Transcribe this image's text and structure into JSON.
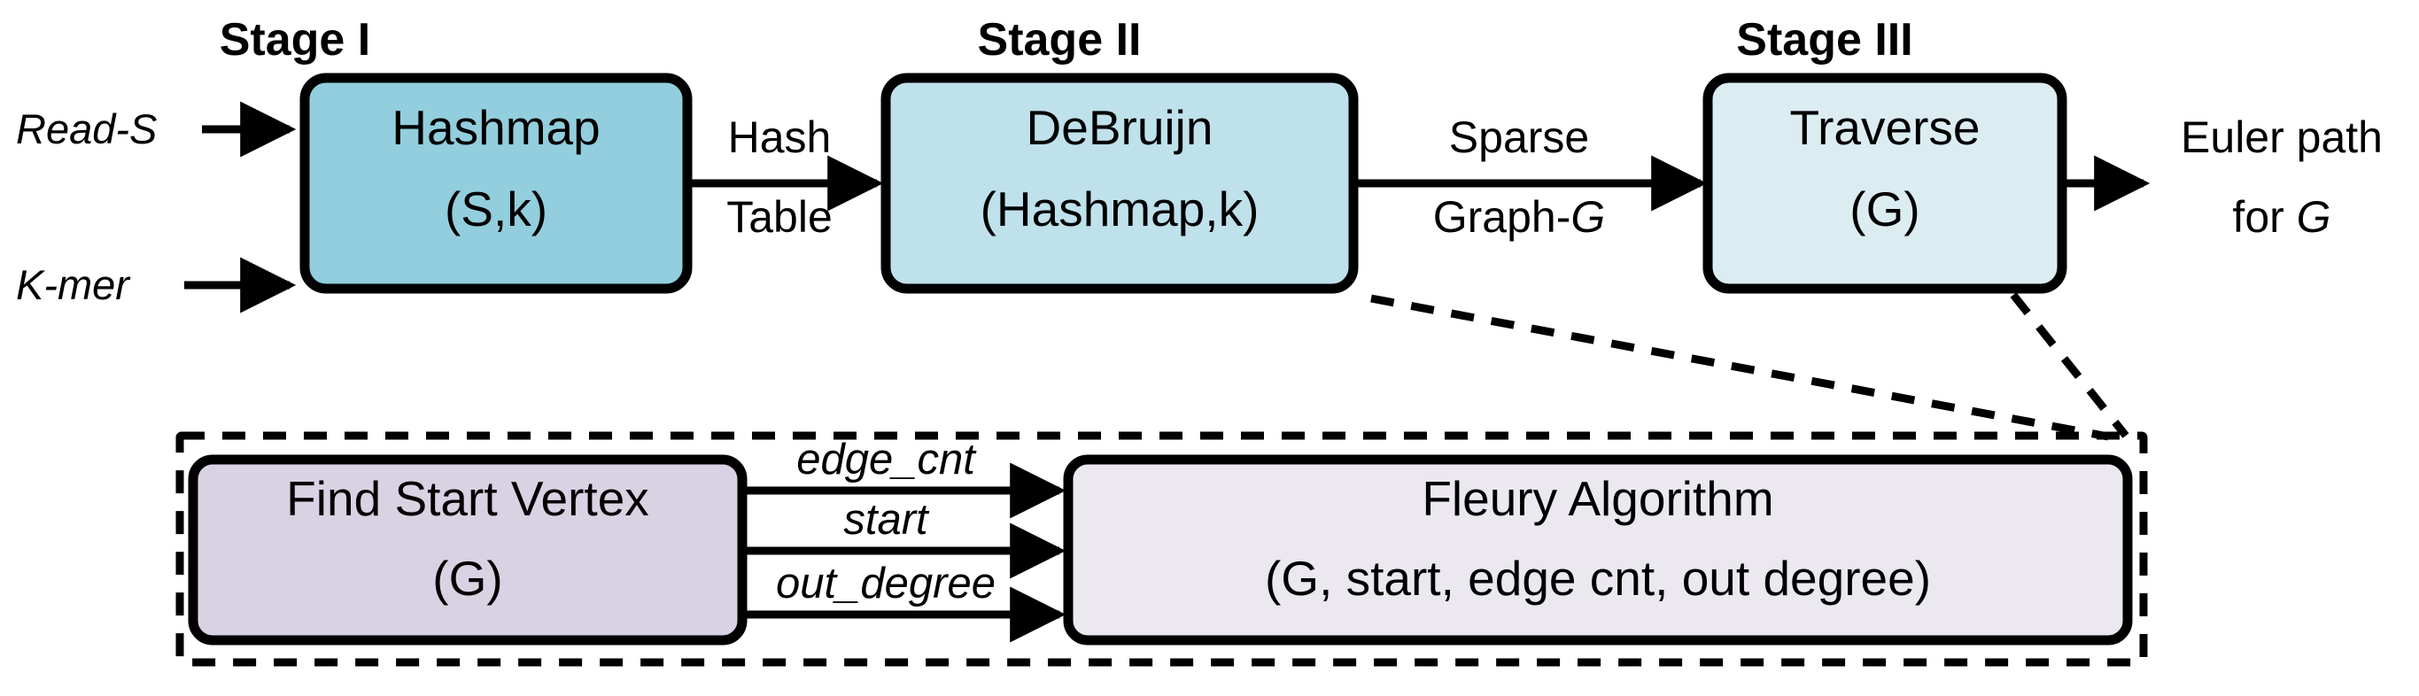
{
  "figure": {
    "title": "Three-stage genome assembly pipeline block diagram",
    "background_color": "#ffffff"
  },
  "colors": {
    "stage1_box_fill": "#92CEDD",
    "stage2_box_fill": "#BFE1EC",
    "stage3_box_fill": "#DCEDF2",
    "find_start_vertex_fill": "#D9D2E3",
    "fleury_fill": "#EBE8F0",
    "stroke": "#000000",
    "text": "#000000"
  },
  "stages": [
    {
      "id": "stage-1",
      "label": "Stage I"
    },
    {
      "id": "stage-2",
      "label": "Stage II"
    },
    {
      "id": "stage-3",
      "label": "Stage III"
    }
  ],
  "inputs": [
    {
      "id": "read-s",
      "label": "Read-S",
      "italic": true
    },
    {
      "id": "k-mer",
      "label": "K-mer",
      "italic": true
    }
  ],
  "blocks": {
    "hashmap": {
      "line1": "Hashmap",
      "line2": "(S,k)"
    },
    "debruijn": {
      "line1": "DeBruijn",
      "line2": "(Hashmap,k)"
    },
    "traverse": {
      "line1": "Traverse",
      "line2": "(G)"
    },
    "find_start_vertex": {
      "line1": "Find Start Vertex",
      "line2": "(G)"
    },
    "fleury": {
      "line1": "Fleury Algorithm",
      "line2": "(G, start, edge cnt, out degree)"
    }
  },
  "edges": {
    "hash_table": {
      "line1": "Hash",
      "line2": "Table"
    },
    "sparse_graph": {
      "line1": "Sparse",
      "line2_prefix": "Graph-",
      "line2_italic": "G"
    },
    "euler_path": {
      "line1": "Euler path",
      "line2_prefix": "for ",
      "line2_italic": "G"
    },
    "edge_cnt": {
      "label": "edge_cnt",
      "italic": true
    },
    "start": {
      "label": "start",
      "italic": true
    },
    "out_degree": {
      "label": "out_degree",
      "italic": true
    }
  }
}
